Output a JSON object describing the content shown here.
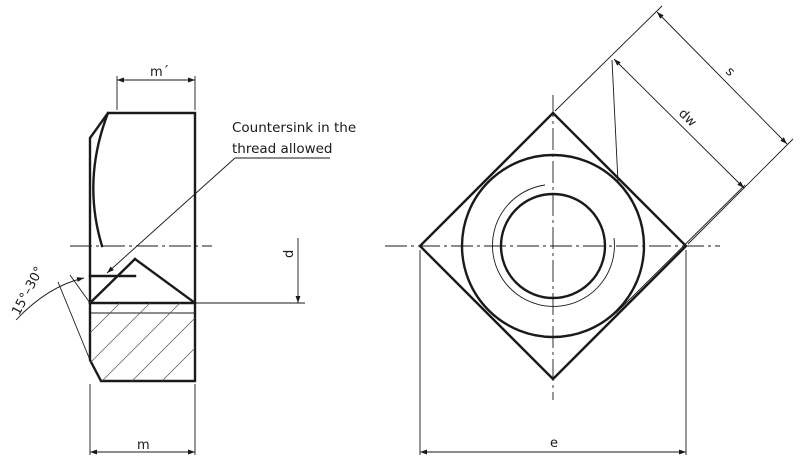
{
  "note": {
    "line1": "Countersink in the",
    "line2": "thread allowed"
  },
  "dimensions": {
    "m_prime": "m´",
    "m": "m",
    "d": "d",
    "angle": "15°–30°",
    "s": "s",
    "dw": "dw",
    "e": "e"
  }
}
